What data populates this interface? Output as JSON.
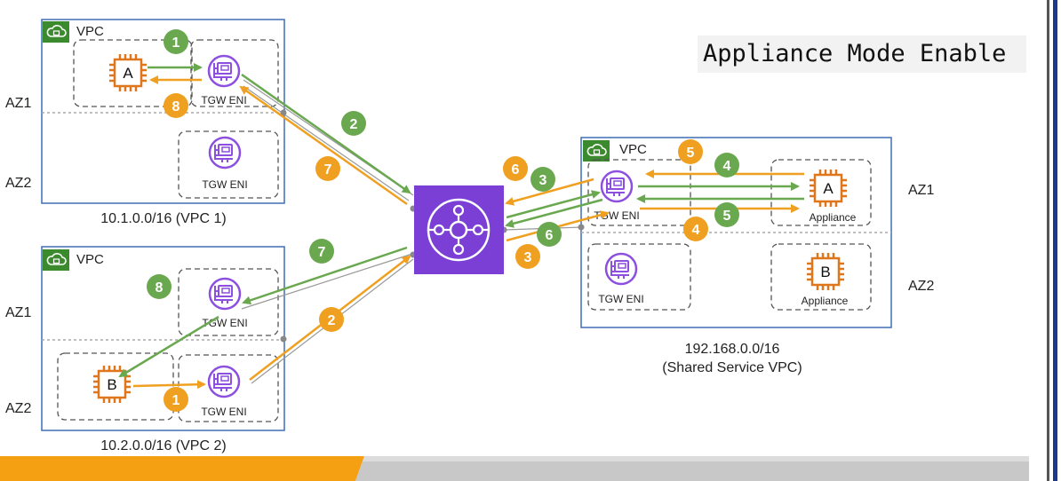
{
  "banner": {
    "text": "Appliance Mode Enable"
  },
  "colors": {
    "green": "#6aa84f",
    "orange": "#f0a020",
    "vpc_border": "#3f6fb6",
    "vpc_icon_bg": "#3c8a2e",
    "tgw": "#7b3fd6",
    "chip": "#e0761b",
    "eni": "#8c4fe0"
  },
  "vpc1": {
    "tag": "VPC",
    "cidr": "10.1.0.0/16 (VPC 1)",
    "az1": "AZ1",
    "az2": "AZ2",
    "instance": "A",
    "eni1": "TGW ENI",
    "eni2": "TGW ENI"
  },
  "vpc2": {
    "tag": "VPC",
    "cidr": "10.2.0.0/16 (VPC 2)",
    "az1": "AZ1",
    "az2": "AZ2",
    "instance": "B",
    "eni1": "TGW ENI",
    "eni2": "TGW ENI"
  },
  "shared": {
    "tag": "VPC",
    "cidr_line1": "192.168.0.0/16",
    "cidr_line2": "(Shared Service VPC)",
    "az1": "AZ1",
    "az2": "AZ2",
    "eni1": "TGW ENI",
    "eni2": "TGW ENI",
    "appliance_a": "A",
    "appliance_a_label": "Appliance",
    "appliance_b": "B",
    "appliance_b_label": "Appliance"
  },
  "steps": {
    "s1": "1",
    "s2": "2",
    "s3": "3",
    "s4": "4",
    "s5": "5",
    "s6": "6",
    "s7": "7",
    "s8": "8"
  }
}
